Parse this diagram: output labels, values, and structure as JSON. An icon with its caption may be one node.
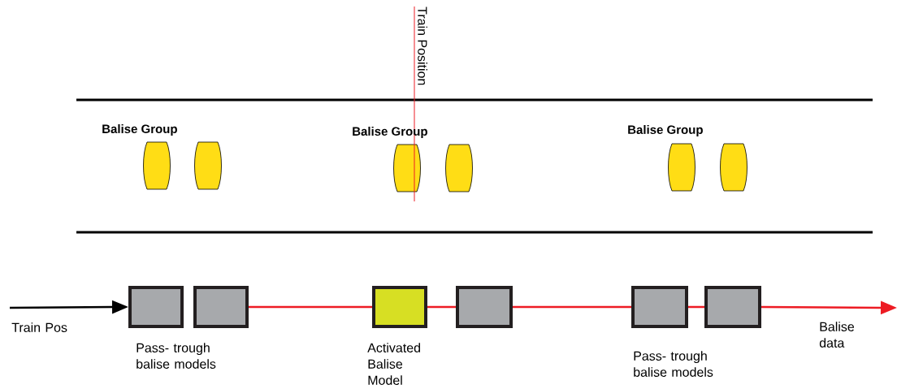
{
  "diagram": {
    "nodes": [
      {
        "text": [],
        "shape": "box"
      },
      {
        "text": [],
        "shape": "box"
      },
      {
        "text": [],
        "shape": "box",
        "beside": [
          "Activated Balise Model"
        ]
      },
      {
        "text": [],
        "shape": "box"
      },
      {
        "text": [],
        "shape": "box"
      },
      {
        "text": [],
        "shape": "box"
      }
    ],
    "edges": [
      {
        "from": null,
        "to": 0,
        "arrow": "to",
        "label": "Train Pos",
        "color": "#000000"
      },
      {
        "from": 1,
        "to": 2,
        "arrow": "none"
      },
      {
        "from": 2,
        "to": 3,
        "arrow": "none"
      },
      {
        "from": 3,
        "to": 4,
        "arrow": "none"
      },
      {
        "from": 4,
        "to": 5,
        "arrow": "none"
      },
      {
        "from": 5,
        "to": null,
        "arrow": "to",
        "label": "Balise data"
      }
    ],
    "labels": [
      "Train Position",
      "Balise Group",
      "Balise Group",
      "Balise Group",
      "Pass- trough balise models",
      "Pass- trough balise models"
    ]
  }
}
